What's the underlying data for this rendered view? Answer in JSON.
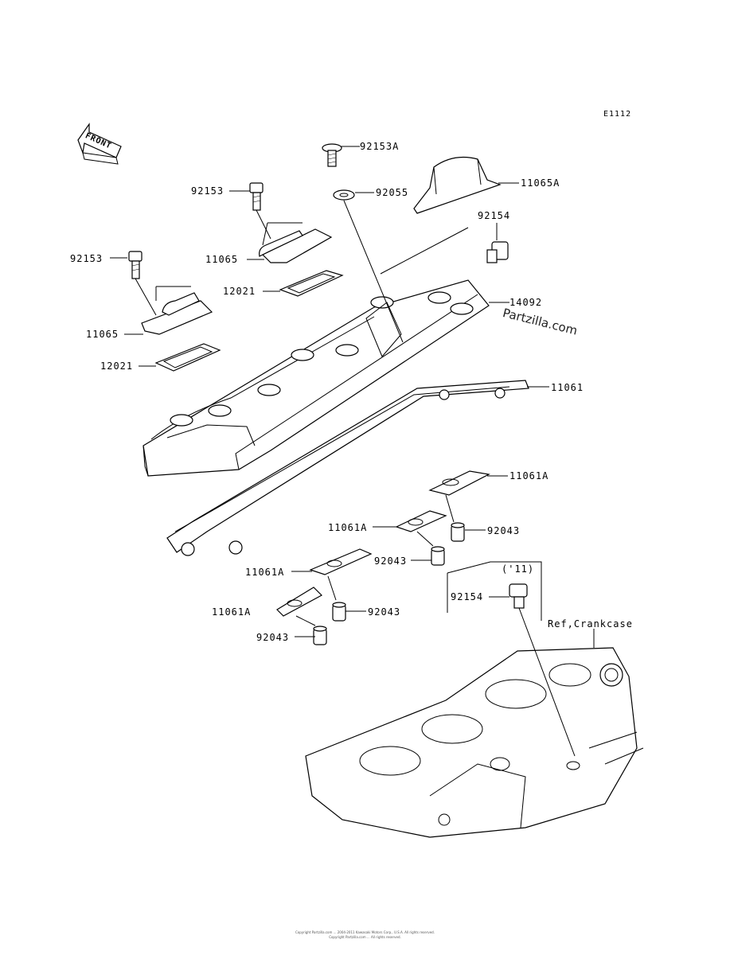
{
  "diagram_code": "E1112",
  "front_label": "FRONT",
  "watermark": "Partzilla.com",
  "copyright": [
    "Copyright Partzilla.com ... 2004-2011 Kawasaki Motors Corp., U.S.A. All rights reserved.",
    "Copyright Partzilla.com ... All rights reserved."
  ],
  "ref_label": "Ref,Crankcase",
  "model_note": "('11)",
  "part_labels": [
    {
      "id": "p1",
      "text": "92153A"
    },
    {
      "id": "p2",
      "text": "92153"
    },
    {
      "id": "p3",
      "text": "92055"
    },
    {
      "id": "p4",
      "text": "11065A"
    },
    {
      "id": "p5",
      "text": "92154"
    },
    {
      "id": "p6",
      "text": "92153"
    },
    {
      "id": "p7",
      "text": "11065"
    },
    {
      "id": "p8",
      "text": "12021"
    },
    {
      "id": "p9",
      "text": "14092"
    },
    {
      "id": "p10",
      "text": "11065"
    },
    {
      "id": "p11",
      "text": "12021"
    },
    {
      "id": "p12",
      "text": "11061"
    },
    {
      "id": "p13",
      "text": "11061A"
    },
    {
      "id": "p14",
      "text": "11061A"
    },
    {
      "id": "p15",
      "text": "92043"
    },
    {
      "id": "p16",
      "text": "92043"
    },
    {
      "id": "p17",
      "text": "11061A"
    },
    {
      "id": "p18",
      "text": "92154"
    },
    {
      "id": "p19",
      "text": "11061A"
    },
    {
      "id": "p20",
      "text": "92043"
    },
    {
      "id": "p21",
      "text": "92043"
    }
  ]
}
